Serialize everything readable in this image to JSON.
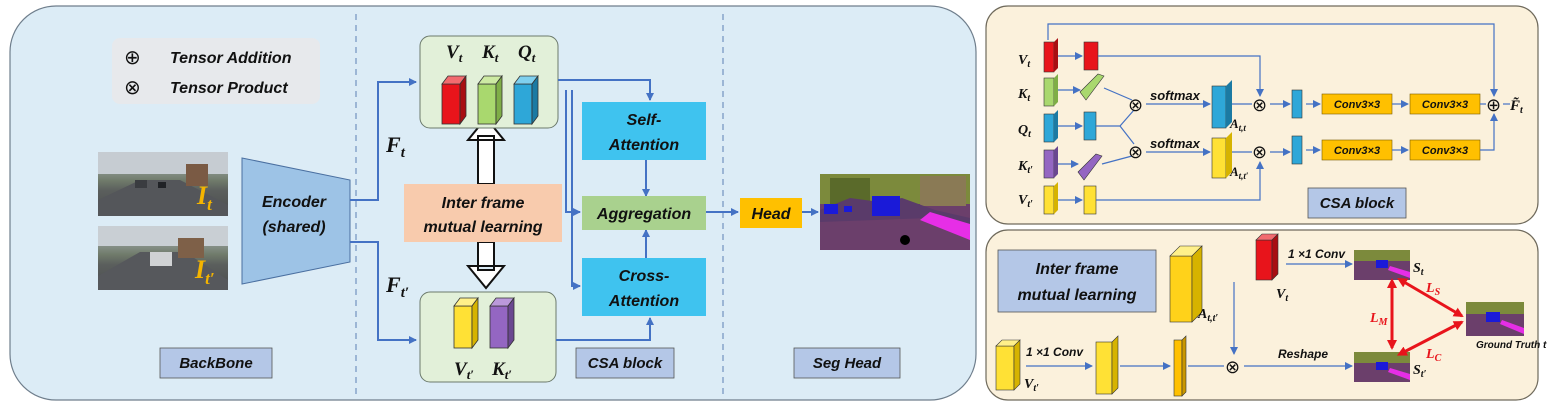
{
  "legend": {
    "add_symbol": "⊕",
    "add_label": "Tensor Addition",
    "product_symbol": "⊗",
    "product_label": "Tensor Product"
  },
  "backbone": {
    "input_t": "I",
    "input_t_sub": "t",
    "input_tp": "I",
    "input_tp_sub": "t′",
    "encoder_line1": "Encoder",
    "encoder_line2": "(shared)",
    "feature_t": "F",
    "feature_t_sub": "t",
    "feature_tp": "F",
    "feature_tp_sub": "t′",
    "mutual_line1": "Inter frame",
    "mutual_line2": "mutual learning",
    "section_label": "BackBone"
  },
  "csa": {
    "v_t": "V",
    "v_t_sub": "t",
    "k_t": "K",
    "k_t_sub": "t",
    "q_t": "Q",
    "q_t_sub": "t",
    "v_tp": "V",
    "v_tp_sub": "t′",
    "k_tp": "K",
    "k_tp_sub": "t′",
    "self_attention_1": "Self-",
    "self_attention_2": "Attention",
    "aggregation": "Aggregation",
    "cross_attention_1": "Cross-",
    "cross_attention_2": "Attention",
    "section_label": "CSA block"
  },
  "seghead": {
    "head": "Head",
    "section_label": "Seg Head"
  },
  "csa_detail": {
    "v_t": "V",
    "v_t_sub": "t",
    "k_t": "K",
    "k_t_sub": "t",
    "q_t": "Q",
    "q_t_sub": "t",
    "k_tp": "K",
    "k_tp_sub": "t′",
    "v_tp": "V",
    "v_tp_sub": "t′",
    "softmax_1": "softmax",
    "softmax_2": "softmax",
    "a_tt": "A",
    "a_tt_sub": "t,t",
    "a_ttp": "A",
    "a_ttp_sub": "t,t′",
    "conv_1": "Conv3×3",
    "conv_2": "Conv3×3",
    "conv_3": "Conv3×3",
    "conv_4": "Conv3×3",
    "output": "F̃",
    "output_sub": "t",
    "title": "CSA block"
  },
  "mutual_detail": {
    "title_1": "Inter frame",
    "title_2": "mutual learning",
    "a_ttp": "A",
    "a_ttp_sub": "t,t′",
    "conv_top": "1 ×1 Conv",
    "v_t": "V",
    "v_t_sub": "t",
    "conv_bottom": "1 ×1 Conv",
    "v_tp": "V",
    "v_tp_sub": "t′",
    "reshape": "Reshape",
    "s_t": "S",
    "s_t_sub": "t",
    "s_tp": "S",
    "s_tp_sub": "t′",
    "l_s": "L",
    "l_s_sub": "S",
    "l_m": "L",
    "l_m_sub": "M",
    "l_c": "L",
    "l_c_sub": "C",
    "ground_truth": "Ground Truth t"
  },
  "colors": {
    "panel_bg": "#dcecf6",
    "panel_bg2": "#fbf1dc",
    "arrow": "#4472c4",
    "red": "#e8141b",
    "green": "#a9d86e",
    "cyan": "#2ea7d8",
    "yellow": "#ffd21a",
    "purple": "#8d5fb8",
    "box_blue": "#3fc3ef",
    "box_green": "#a9d18e",
    "box_orange": "#f8cbad",
    "head_orange": "#ffc000",
    "label_blue": "#b4c7e7"
  }
}
